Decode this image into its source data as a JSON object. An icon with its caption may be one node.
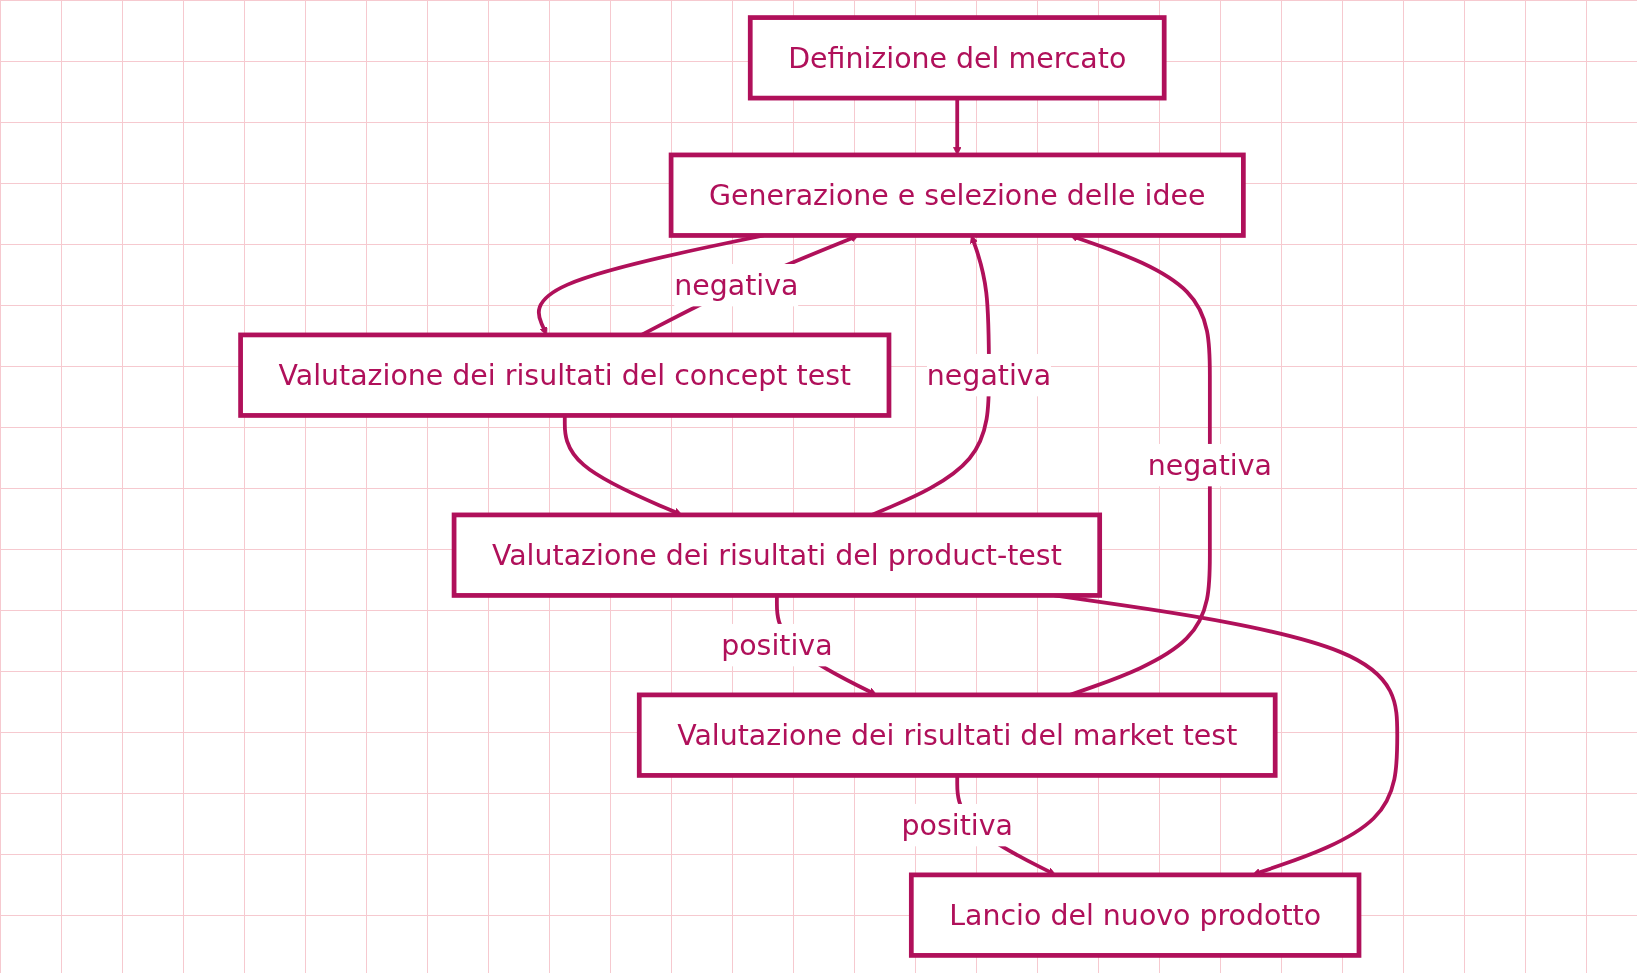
{
  "diagram": {
    "nodes": [
      {
        "text": [
          "Definizione del mercato"
        ]
      },
      {
        "text": [
          "Generazione e selezione delle idee"
        ]
      },
      {
        "text": [
          "Valutazione dei risultati del concept test"
        ]
      },
      {
        "text": [
          "Valutazione dei risultati del product-test"
        ]
      },
      {
        "text": [
          "Valutazione dei risultati del market test"
        ]
      },
      {
        "text": [
          "Lancio del nuovo prodotto"
        ]
      }
    ],
    "edges": [
      {
        "from": 0,
        "to": 1,
        "arrow": "to"
      },
      {
        "from": 1,
        "to": 2,
        "arrow": "to"
      },
      {
        "from": 2,
        "to": 3,
        "arrow": "to"
      },
      {
        "from": 3,
        "to": 4,
        "arrow": "to",
        "label": "positiva"
      },
      {
        "from": 4,
        "to": 5,
        "arrow": "to",
        "label": "positiva"
      },
      {
        "from": 2,
        "to": 1,
        "arrow": "to",
        "label": "negativa"
      },
      {
        "from": 3,
        "to": 1,
        "arrow": "to",
        "label": "negativa"
      },
      {
        "from": 4,
        "to": 1,
        "arrow": "to",
        "label": "negativa"
      },
      {
        "from": 3,
        "to": 5,
        "arrow": "to"
      }
    ]
  }
}
